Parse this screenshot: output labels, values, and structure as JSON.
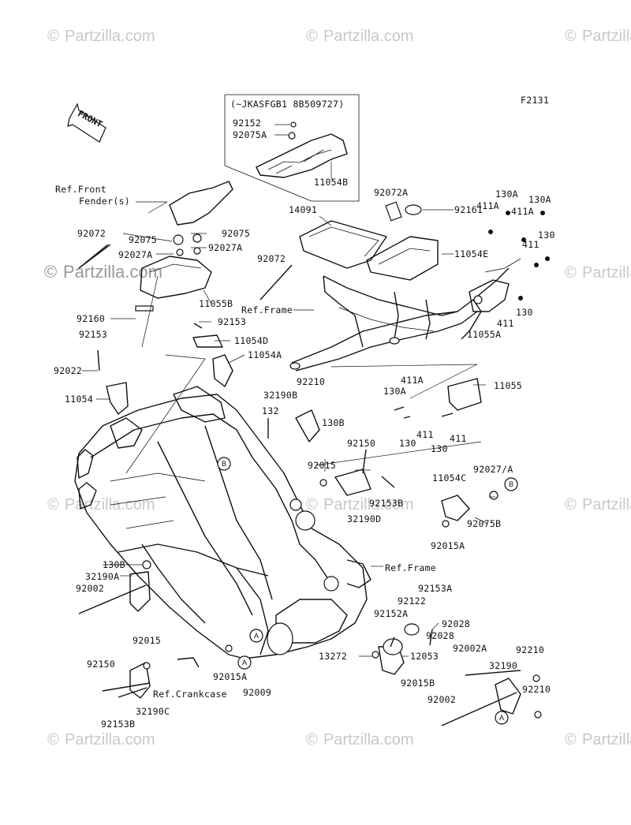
{
  "diagram_code": "F2131",
  "watermark": "Partzilla.com",
  "watermark_symbol": "©",
  "front_arrow_label": "FRONT",
  "serial_box_label": "(~JKASFGB1 8B509727)",
  "labels": [
    {
      "id": "p92152",
      "text": "92152"
    },
    {
      "id": "p92075A_top",
      "text": "92075A"
    },
    {
      "id": "p11054B",
      "text": "11054B"
    },
    {
      "id": "refFrontFender",
      "text": "Ref.Front"
    },
    {
      "id": "refFrontFender2",
      "text": "Fender(s)"
    },
    {
      "id": "p92072_left",
      "text": "92072"
    },
    {
      "id": "p92075_a",
      "text": "92075"
    },
    {
      "id": "p92075_b",
      "text": "92075"
    },
    {
      "id": "p92027A_a",
      "text": "92027A"
    },
    {
      "id": "p92027A_b",
      "text": "92027A"
    },
    {
      "id": "p11055B",
      "text": "11055B"
    },
    {
      "id": "p92160",
      "text": "92160"
    },
    {
      "id": "p92072A",
      "text": "92072A"
    },
    {
      "id": "p14091",
      "text": "14091"
    },
    {
      "id": "p92161",
      "text": "92161"
    },
    {
      "id": "p11054E",
      "text": "11054E"
    },
    {
      "id": "p92072_mid",
      "text": "92072"
    },
    {
      "id": "refFrame_top",
      "text": "Ref.Frame"
    },
    {
      "id": "p411A_a",
      "text": "411A"
    },
    {
      "id": "p130A_a",
      "text": "130A"
    },
    {
      "id": "p411A_b",
      "text": "411A"
    },
    {
      "id": "p130A_b",
      "text": "130A"
    },
    {
      "id": "p130_a",
      "text": "130"
    },
    {
      "id": "p411_a",
      "text": "411"
    },
    {
      "id": "p411_b",
      "text": "411"
    },
    {
      "id": "p130_b",
      "text": "130"
    },
    {
      "id": "p11055A",
      "text": "11055A"
    },
    {
      "id": "p92153_a",
      "text": "92153"
    },
    {
      "id": "p11054D",
      "text": "11054D"
    },
    {
      "id": "p11054A",
      "text": "11054A"
    },
    {
      "id": "p92153_b",
      "text": "92153"
    },
    {
      "id": "p92022",
      "text": "92022"
    },
    {
      "id": "p11054",
      "text": "11054"
    },
    {
      "id": "p92210_top",
      "text": "92210"
    },
    {
      "id": "p32190B",
      "text": "32190B"
    },
    {
      "id": "p130B_a",
      "text": "130B"
    },
    {
      "id": "p132",
      "text": "132"
    },
    {
      "id": "p411A_c",
      "text": "411A"
    },
    {
      "id": "p130A_c",
      "text": "130A"
    },
    {
      "id": "p11055",
      "text": "11055"
    },
    {
      "id": "p411_c",
      "text": "411"
    },
    {
      "id": "p411_d",
      "text": "411"
    },
    {
      "id": "p130_c",
      "text": "130"
    },
    {
      "id": "p130_d",
      "text": "130"
    },
    {
      "id": "p92150_a",
      "text": "92150"
    },
    {
      "id": "p92015_a",
      "text": "92015"
    },
    {
      "id": "p92153B_a",
      "text": "92153B"
    },
    {
      "id": "p32190D",
      "text": "32190D"
    },
    {
      "id": "p92027A_c",
      "text": "92027/A"
    },
    {
      "id": "p11054C",
      "text": "11054C"
    },
    {
      "id": "p92075B",
      "text": "92075B"
    },
    {
      "id": "p92015A_a",
      "text": "92015A"
    },
    {
      "id": "refFrame_mid",
      "text": "Ref.Frame"
    },
    {
      "id": "p130B_b",
      "text": "130B"
    },
    {
      "id": "p32190A",
      "text": "32190A"
    },
    {
      "id": "p92002_a",
      "text": "92002"
    },
    {
      "id": "p92153A",
      "text": "92153A"
    },
    {
      "id": "p92122",
      "text": "92122"
    },
    {
      "id": "p92152A",
      "text": "92152A"
    },
    {
      "id": "p92028_a",
      "text": "92028"
    },
    {
      "id": "p92028_b",
      "text": "92028"
    },
    {
      "id": "p92015_b",
      "text": "92015"
    },
    {
      "id": "p92150_b",
      "text": "92150"
    },
    {
      "id": "p13272",
      "text": "13272"
    },
    {
      "id": "p12053",
      "text": "12053"
    },
    {
      "id": "p92002A",
      "text": "92002A"
    },
    {
      "id": "p92210_a",
      "text": "92210"
    },
    {
      "id": "p32190",
      "text": "32190"
    },
    {
      "id": "p92210_b",
      "text": "92210"
    },
    {
      "id": "p92015A_b",
      "text": "92015A"
    },
    {
      "id": "p92009",
      "text": "92009"
    },
    {
      "id": "p92015B",
      "text": "92015B"
    },
    {
      "id": "refCrankcase",
      "text": "Ref.Crankcase"
    },
    {
      "id": "p32190C",
      "text": "32190C"
    },
    {
      "id": "p92153B_b",
      "text": "92153B"
    },
    {
      "id": "p92002_b",
      "text": "92002"
    }
  ],
  "callouts": [
    {
      "id": "cB1",
      "letter": "B"
    },
    {
      "id": "cB2",
      "letter": "B"
    },
    {
      "id": "cA1",
      "letter": "A"
    },
    {
      "id": "cA2",
      "letter": "A"
    },
    {
      "id": "cA3",
      "letter": "A"
    }
  ]
}
